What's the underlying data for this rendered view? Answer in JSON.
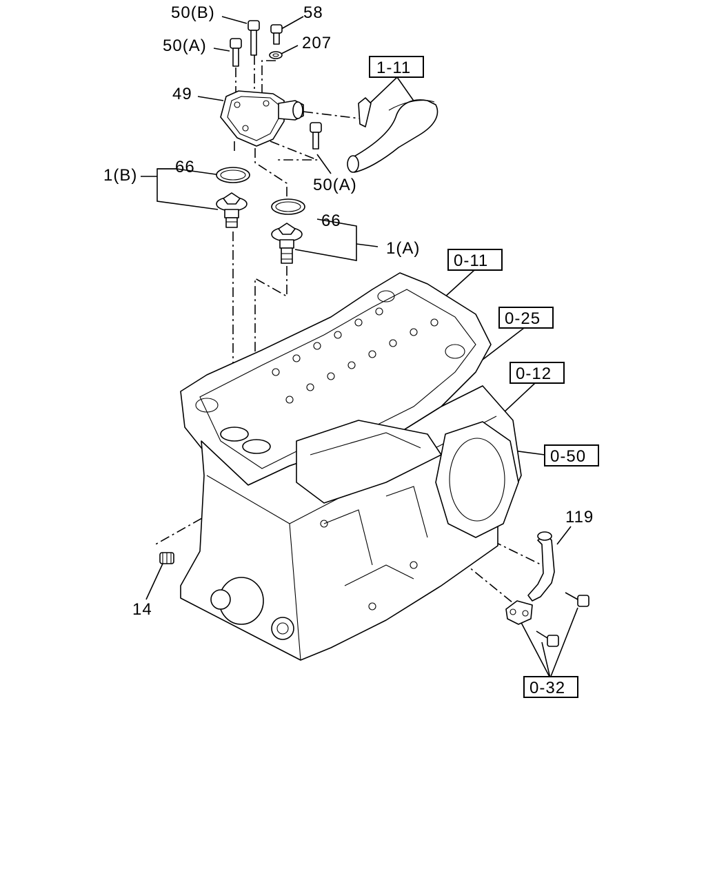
{
  "callouts": {
    "c50b": "50(B)",
    "c58": "58",
    "c50a_top": "50(A)",
    "c207": "207",
    "c49": "49",
    "c50a_right": "50(A)",
    "c66_left": "66",
    "c1b": "1(B)",
    "c66_right": "66",
    "c1a": "1(A)",
    "c119": "119",
    "c14": "14"
  },
  "references": {
    "r1_11": "1-11",
    "r0_11": "0-11",
    "r0_25": "0-25",
    "r0_12": "0-12",
    "r0_50": "0-50",
    "r0_32": "0-32"
  }
}
